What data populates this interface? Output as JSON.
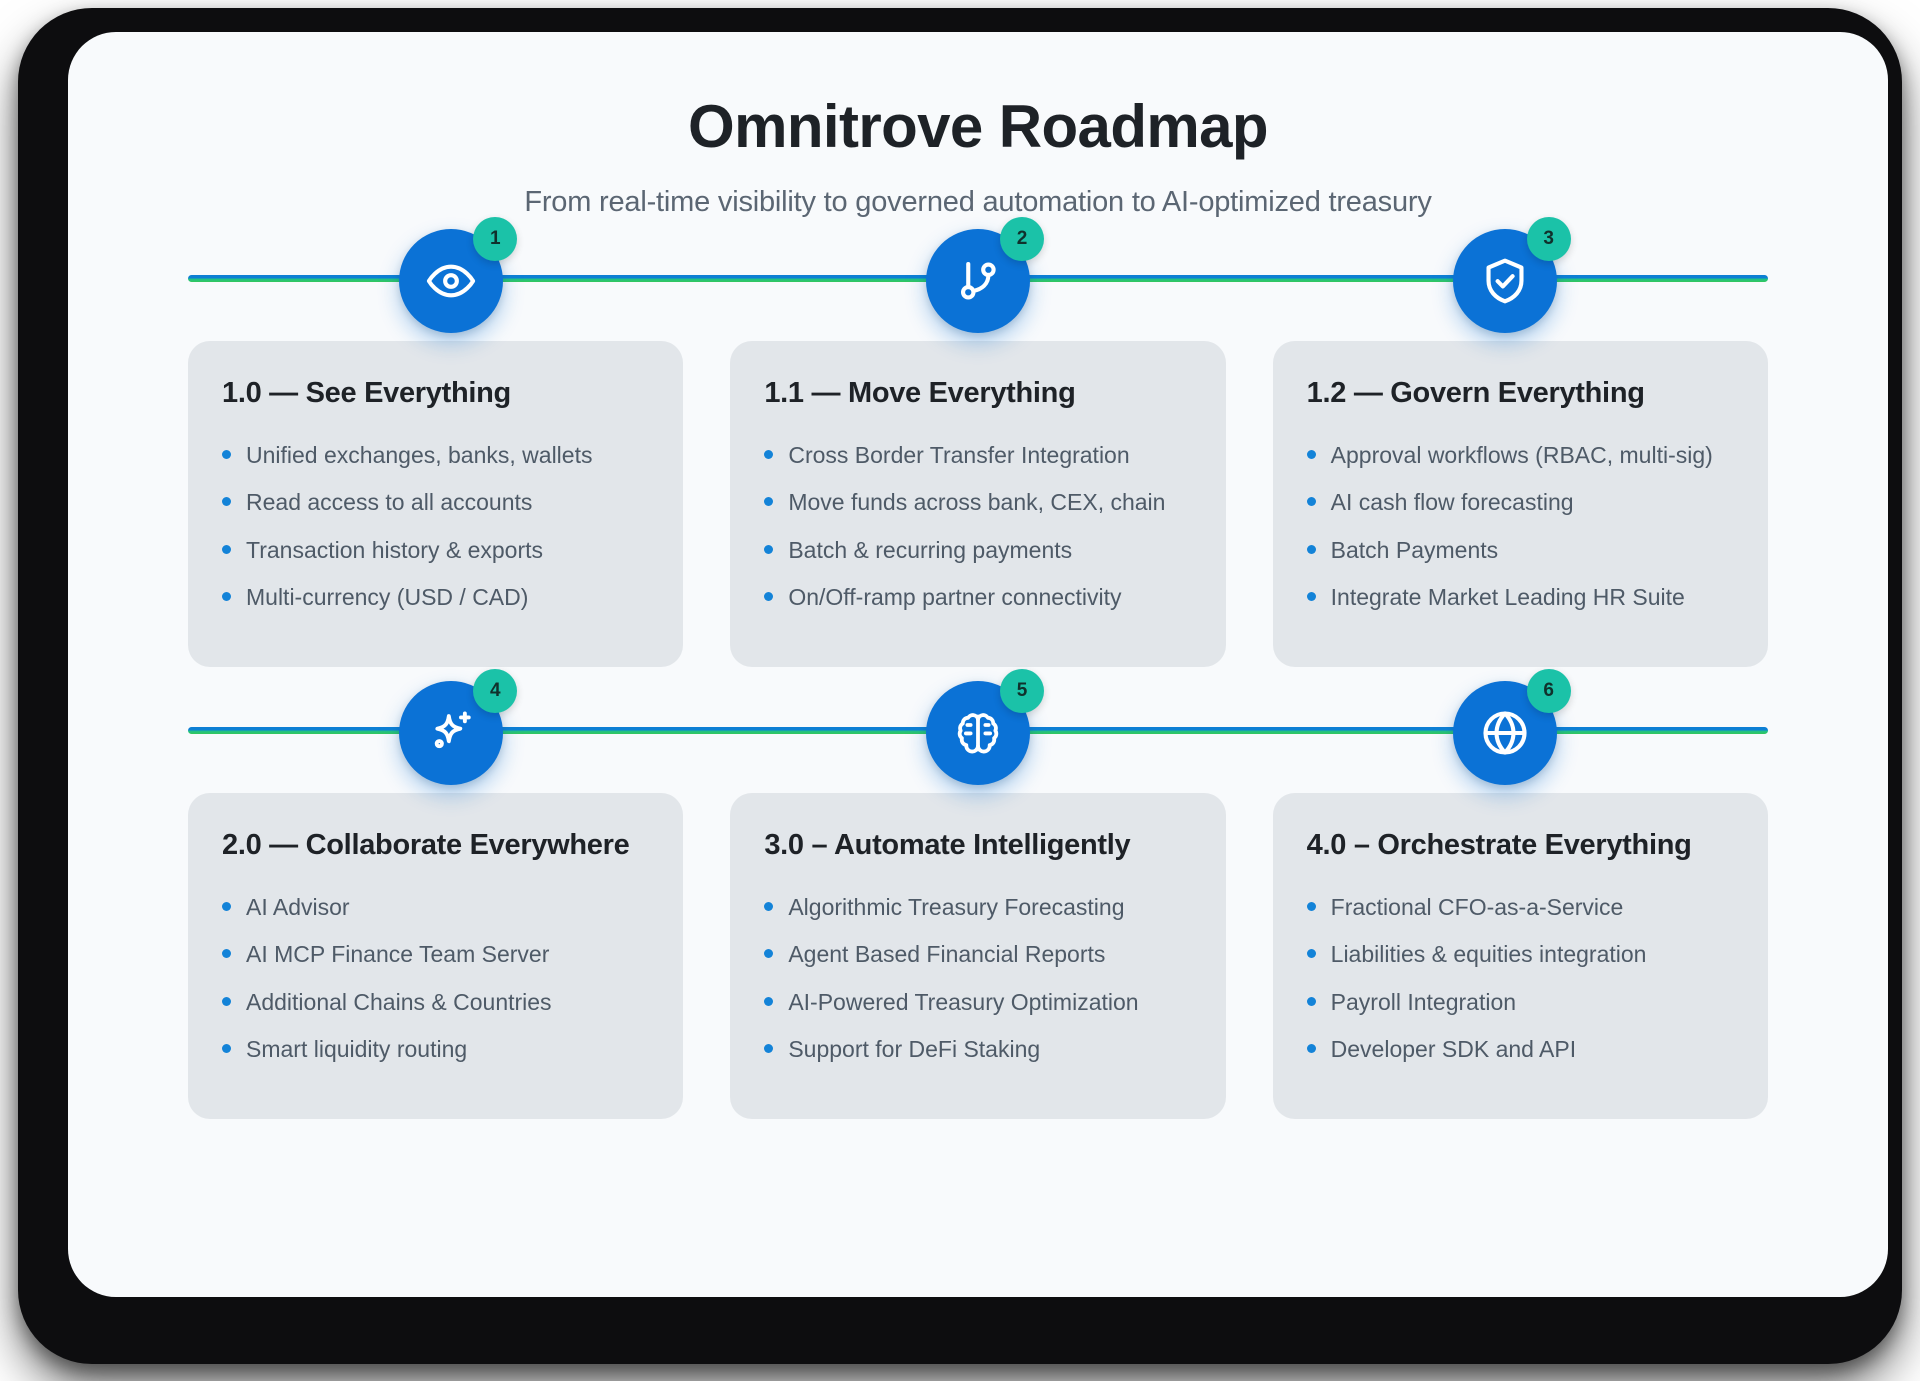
{
  "header": {
    "title": "Omnitrove Roadmap",
    "subtitle": "From real-time visibility to governed automation to AI-optimized treasury"
  },
  "theme": {
    "marker_blue": "#0b72d6",
    "badge_teal": "#1bc2a8",
    "bullet_blue": "#1383d8",
    "card_bg": "#e2e6ea",
    "screen_bg": "#f8fafc",
    "bezel": "#0d0d0f",
    "rail_gradient_start": "#0d7fd4",
    "rail_gradient_end": "#34c759",
    "title_color": "#1e2227",
    "subtitle_color": "#5b6673",
    "body_color": "#4e5a67"
  },
  "rows": [
    {
      "markers": [
        {
          "badge": "1",
          "icon": "eye-icon"
        },
        {
          "badge": "2",
          "icon": "git-branch-icon"
        },
        {
          "badge": "3",
          "icon": "shield-check-icon"
        }
      ],
      "cards": [
        {
          "title": "1.0 — See Everything",
          "bullets": [
            "Unified exchanges, banks, wallets",
            "Read access to all accounts",
            "Transaction history & exports",
            "Multi-currency (USD / CAD)"
          ]
        },
        {
          "title": "1.1 — Move Everything",
          "bullets": [
            "Cross Border Transfer Integration",
            "Move funds across bank, CEX, chain",
            "Batch & recurring payments",
            "On/Off-ramp partner connectivity"
          ]
        },
        {
          "title": "1.2 — Govern Everything",
          "bullets": [
            "Approval workflows (RBAC, multi-sig)",
            "AI cash flow forecasting",
            "Batch Payments",
            "Integrate Market Leading HR Suite"
          ]
        }
      ]
    },
    {
      "markers": [
        {
          "badge": "4",
          "icon": "sparkles-icon"
        },
        {
          "badge": "5",
          "icon": "brain-icon"
        },
        {
          "badge": "6",
          "icon": "globe-icon"
        }
      ],
      "cards": [
        {
          "title": "2.0 — Collaborate Everywhere",
          "bullets": [
            "AI Advisor",
            "AI MCP Finance Team Server",
            "Additional Chains & Countries",
            "Smart liquidity routing"
          ]
        },
        {
          "title": "3.0 – Automate Intelligently",
          "bullets": [
            "Algorithmic Treasury Forecasting",
            "Agent Based Financial Reports",
            "AI-Powered Treasury Optimization",
            "Support for DeFi Staking"
          ]
        },
        {
          "title": "4.0 – Orchestrate Everything",
          "bullets": [
            "Fractional CFO-as-a-Service",
            "Liabilities & equities integration",
            "Payroll Integration",
            "Developer SDK and API"
          ]
        }
      ]
    }
  ]
}
